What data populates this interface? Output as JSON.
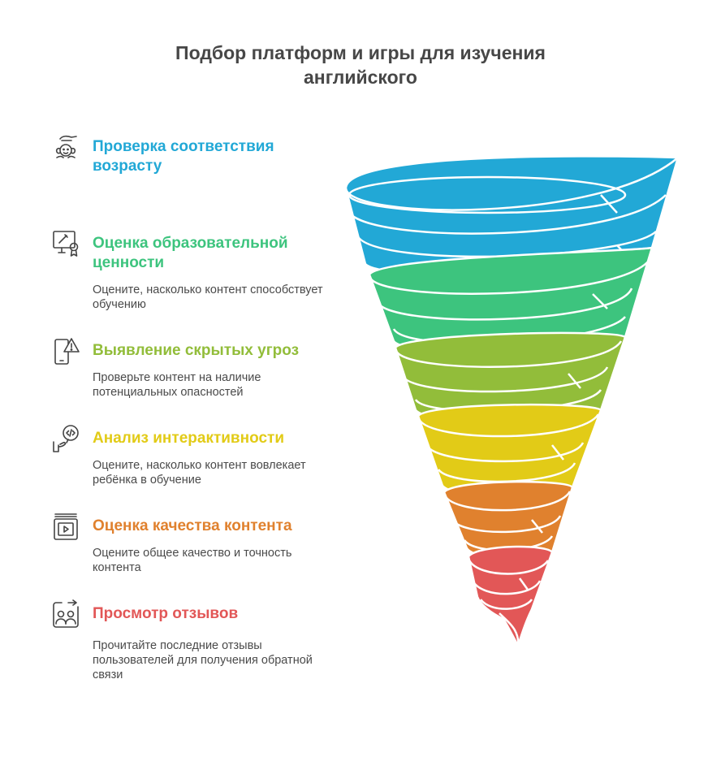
{
  "title": "Подбор платформ и игры для изучения английского",
  "colors": {
    "blue": "#22a8d6",
    "green": "#3dc47e",
    "olive": "#92bd3a",
    "yellow": "#e2cb17",
    "orange": "#e0812e",
    "red": "#e25757"
  },
  "steps": [
    {
      "title": "Проверка соответствия возрасту",
      "description": "",
      "icon": "child-care-icon",
      "color": "#22a8d6"
    },
    {
      "title": "Оценка образовательной ценности",
      "description": "Оцените, насколько контент способствует обучению",
      "icon": "presentation-award-icon",
      "color": "#3dc47e"
    },
    {
      "title": "Выявление скрытых угроз",
      "description": "Проверьте контент на наличие потенциальных опасностей",
      "icon": "phone-warning-icon",
      "color": "#92bd3a"
    },
    {
      "title": "Анализ интерактивности",
      "description": "Оцените, насколько контент вовлекает ребёнка в обучение",
      "icon": "hand-code-bubble-icon",
      "color": "#e2cb17"
    },
    {
      "title": "Оценка качества контента",
      "description": "Оцените общее качество и точность контента",
      "icon": "video-play-icon",
      "color": "#e0812e"
    },
    {
      "title": "Просмотр отзывов",
      "description": "Прочитайте последние отзывы пользователей для получения обратной связи",
      "icon": "users-exchange-icon",
      "color": "#e25757"
    }
  ]
}
